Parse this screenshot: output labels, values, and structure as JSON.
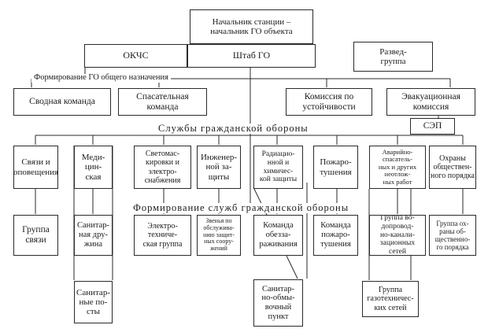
{
  "header": {
    "chief": "Начальник станции –\nначальник ГО объекта",
    "hq": "Штаб ГО",
    "okchs": "ОКЧС",
    "recon": "Развед-\nгруппа"
  },
  "general_formation": {
    "caption": "Формирование ГО общего назначения",
    "items": [
      "Сводная команда",
      "Спасательная\nкоманда",
      "Комиссия по\nустойчивости",
      "Эвакуационная\nкомиссия"
    ],
    "sep": "СЭП"
  },
  "services": {
    "caption": "Службы гражданской обороны",
    "items": [
      "Связи и\nоповещения",
      "Меди-\nцин-\nская",
      "Светомас-\nкировки и\nэлектро-\nснабжения",
      "Инженер-\nной за-\nщиты",
      "Радиацио-\nнной и\nхимичес-\nкой защиты",
      "Пожаро-\nтушения",
      "Аварийно-\nспасатель-\nных и других\nнеотлож-\nных работ",
      "Охраны\nобществен-\nного порядка"
    ]
  },
  "service_formations": {
    "caption": "Формирование служб гражданской обороны",
    "items": [
      "Группа\nсвязи",
      "Санитар-\nная дру-\nжина",
      "Электро-\nтехниче-\nская группа",
      "Звенья по\nобслужива-\nнию защит-\nных соору-\nжений",
      "Команда\nобезза-\nраживания",
      "Команда\nпожаро-\nтушения",
      "Группа во-\nдопровод-\nно-канали-\nзационных\nсетей",
      "Группа ох-\nраны об-\nщественно-\nго порядка"
    ]
  },
  "lower": {
    "sanitary_posts": "Санитар-\nные по-\nсты",
    "decon_point": "Санитар-\nно-обмы-\nвочный\nпункт",
    "gas_group": "Группа\nгазотехничес-\nких сетей"
  }
}
